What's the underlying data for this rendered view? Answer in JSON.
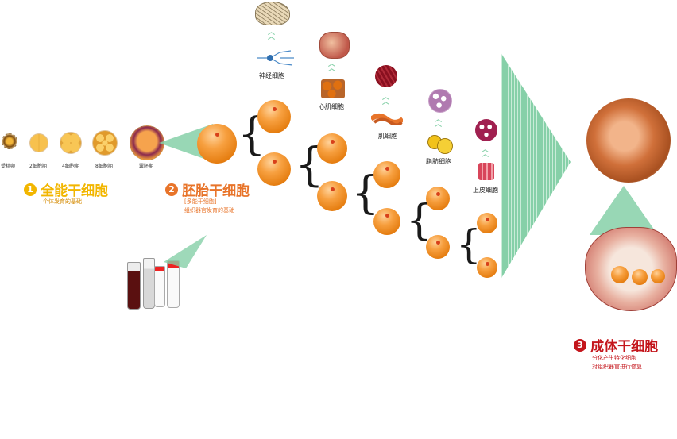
{
  "early_stages": [
    "受精卵",
    "2细胞期",
    "4细胞期",
    "8细胞期",
    "囊胚期"
  ],
  "section1": {
    "number": "1",
    "title": "全能干细胞",
    "subtitle": "个体发育的基础"
  },
  "section2": {
    "number": "2",
    "title": "胚胎干细胞",
    "bracket_note": "[多能干细胞]",
    "subtitle": "组织器官发育的基础"
  },
  "section3": {
    "number": "3",
    "title": "成体干细胞",
    "line1": "分化产生特化细胞",
    "line2": "对组织器官进行修复"
  },
  "cell_types": {
    "nerve": "神经细胞",
    "cardiac": "心肌细胞",
    "muscle": "肌细胞",
    "fat": "脂肪细胞",
    "epithelial": "上皮细胞"
  },
  "colors": {
    "yellow": "#f2b600",
    "orange": "#e8742a",
    "red": "#c4161c",
    "green": "#86d0a8"
  }
}
